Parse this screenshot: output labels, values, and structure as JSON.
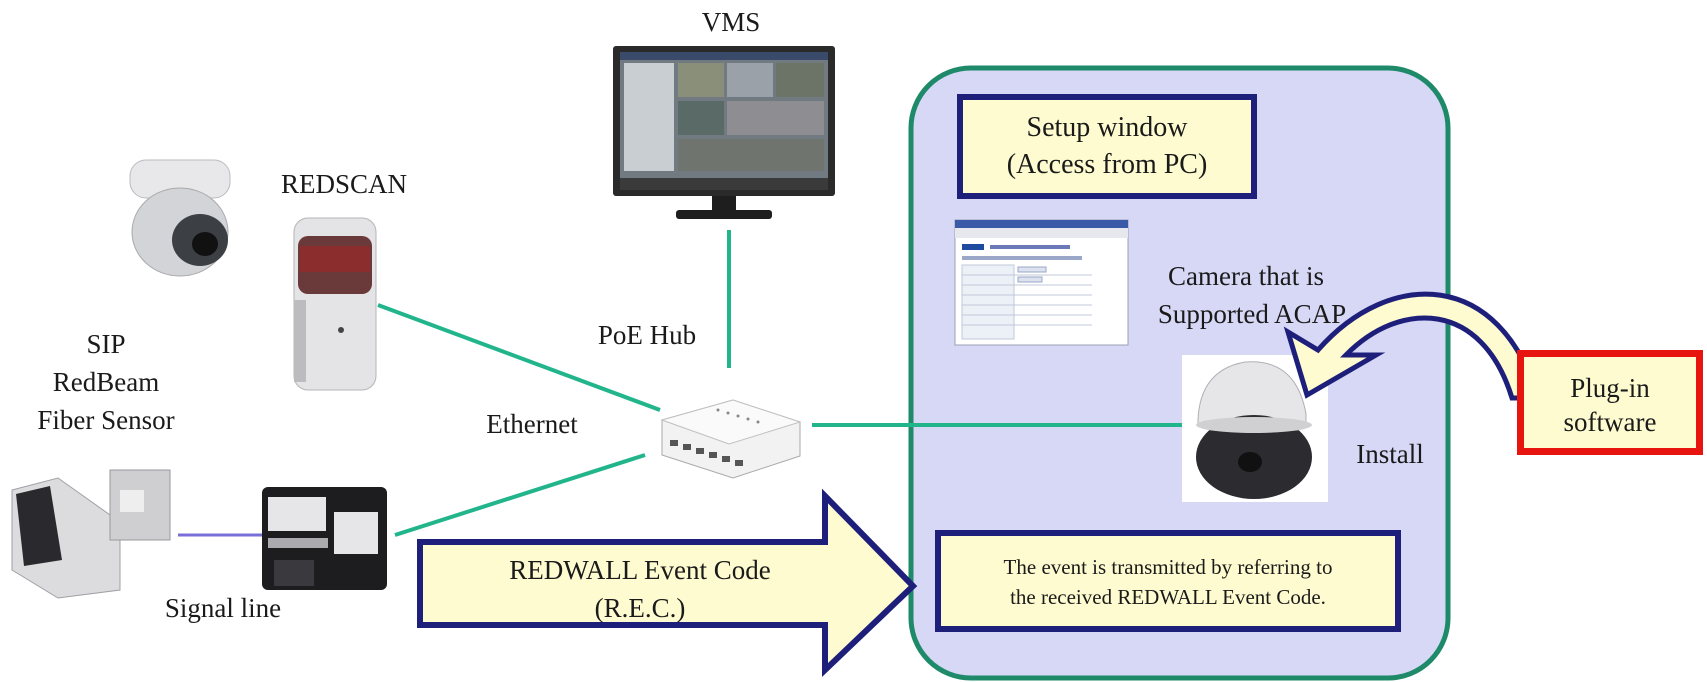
{
  "labels": {
    "vms": "VMS",
    "redscan": "REDSCAN",
    "sip": "SIP",
    "redbeam": "RedBeam",
    "fiber_sensor": "Fiber Sensor",
    "poe_hub": "PoE Hub",
    "ethernet": "Ethernet",
    "signal_line": "Signal line",
    "camera_line1": "Camera that is",
    "camera_line2": "Supported ACAP",
    "install": "Install"
  },
  "setup_window": {
    "line1": "Setup window",
    "line2": "(Access from PC)"
  },
  "plugin": {
    "line1": "Plug-in",
    "line2": "software"
  },
  "rec_arrow": {
    "line1": "REDWALL Event Code",
    "line2": "(R.E.C.)"
  },
  "event_box": {
    "line1": "The event is transmitted by referring to",
    "line2": "the received REDWALL Event Code."
  },
  "colors": {
    "cable": "#22b58b",
    "zone_fill": "#d6d8f6",
    "zone_border": "#1f8a6a",
    "navy": "#1e1f7a",
    "cream": "#fdfbcf",
    "red": "#e8140f"
  }
}
